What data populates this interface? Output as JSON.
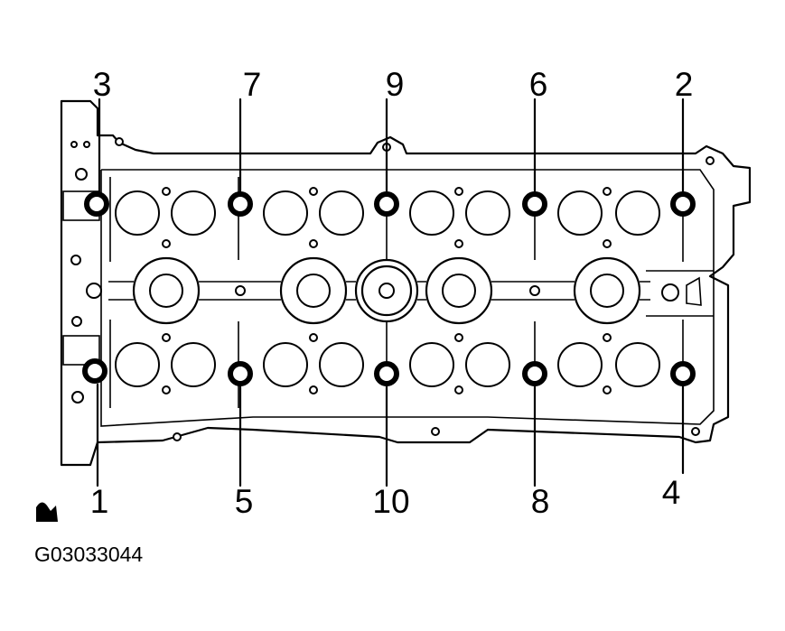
{
  "figure_code": "G03033044",
  "bolts": [
    {
      "id": "1",
      "label": "1"
    },
    {
      "id": "2",
      "label": "2"
    },
    {
      "id": "3",
      "label": "3"
    },
    {
      "id": "4",
      "label": "4"
    },
    {
      "id": "5",
      "label": "5"
    },
    {
      "id": "6",
      "label": "6"
    },
    {
      "id": "7",
      "label": "7"
    },
    {
      "id": "8",
      "label": "8"
    },
    {
      "id": "9",
      "label": "9"
    },
    {
      "id": "10",
      "label": "10"
    }
  ]
}
